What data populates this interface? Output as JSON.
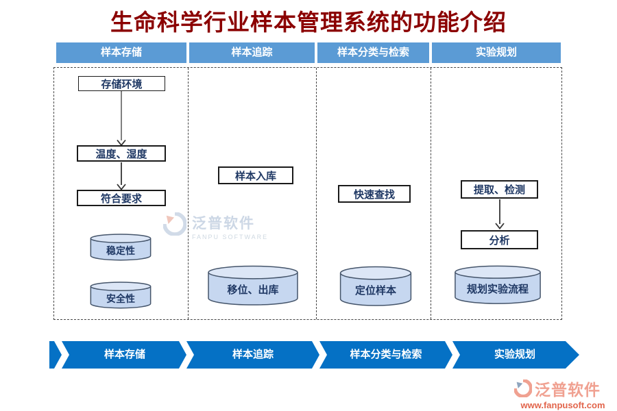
{
  "title": {
    "text": "生命科学行业样本管理系统的功能介绍"
  },
  "columns": [
    {
      "header": "样本存储",
      "boxes": [
        "存储环境",
        "温度、湿度",
        "符合要求"
      ],
      "cylinders": [
        "稳定性",
        "安全性"
      ]
    },
    {
      "header": "样本追踪",
      "boxes": [
        "样本入库"
      ],
      "cylinders": [
        "移位、出库"
      ]
    },
    {
      "header": "样本分类与检索",
      "boxes": [
        "快速查找"
      ],
      "cylinders": [
        "定位样本"
      ]
    },
    {
      "header": "实验规划",
      "boxes": [
        "提取、检测",
        "分析"
      ],
      "cylinders": [
        "规划实验流程"
      ]
    }
  ],
  "process_banner": {
    "steps": [
      "样本存储",
      "样本追踪",
      "样本分类与检索",
      "实验规划"
    ]
  },
  "watermark": {
    "name": "泛普软件",
    "tagline": "FANPU SOFTWARE"
  },
  "brand": {
    "name": "泛普软件",
    "website": "www.fanpusoft.com"
  },
  "colors": {
    "title_text": "#8B0000",
    "header_bg": "#5B9BD5",
    "banner_bg": "#0571C5",
    "node_text": "#1F3864",
    "cylinder_fill": "#C6D7F0",
    "brand_salmon": "#F0A191",
    "brand_url": "#E2654C"
  }
}
